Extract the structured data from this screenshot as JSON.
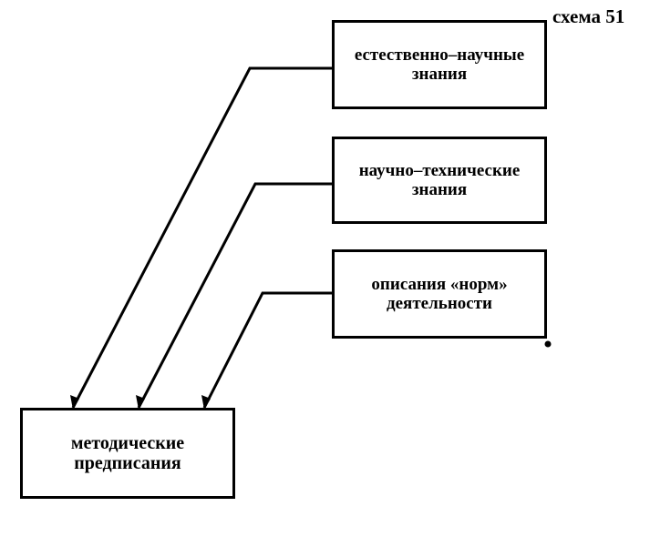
{
  "scheme_label": "схема 51",
  "boxes": [
    {
      "line1": "естественно–научные",
      "line2": "знания"
    },
    {
      "line1": "научно–технические",
      "line2": "знания"
    },
    {
      "line1": "описания «норм»",
      "line2": "деятельности"
    },
    {
      "line1": "методические",
      "line2": "предписания"
    }
  ],
  "colors": {
    "stroke": "#000000",
    "background": "#ffffff"
  }
}
